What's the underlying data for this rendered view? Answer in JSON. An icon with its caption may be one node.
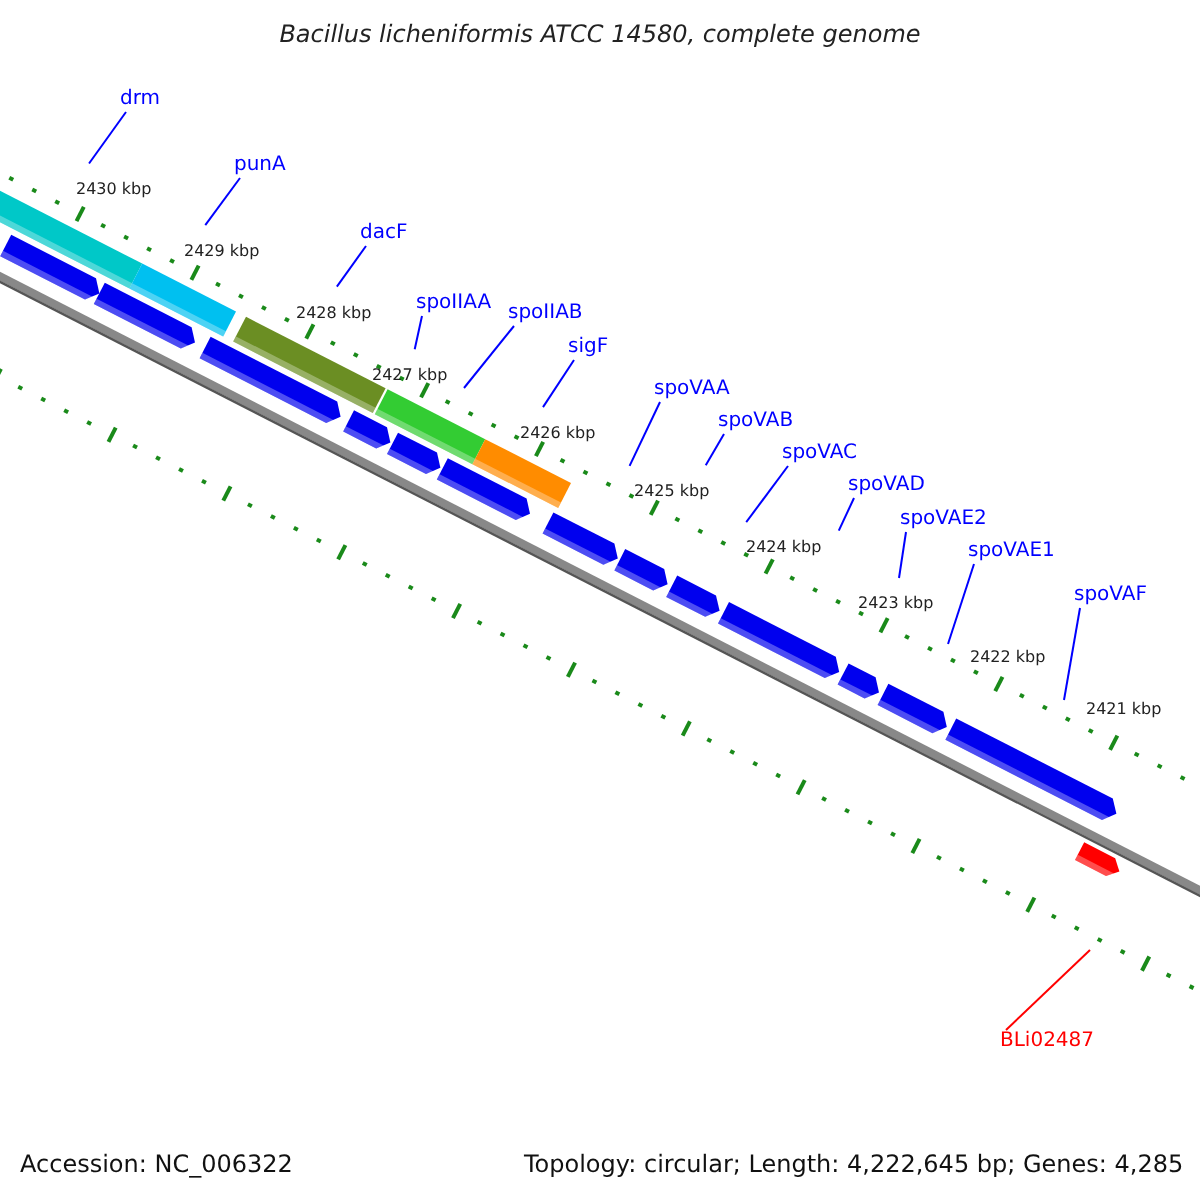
{
  "diagram": {
    "title": "Bacillus licheniformis ATCC 14580, complete genome",
    "nodes": [
      {
        "text": [
          "drm"
        ]
      },
      {
        "text": [
          "punA"
        ]
      },
      {
        "text": [
          "dacF"
        ]
      },
      {
        "text": [
          "spoIIAA"
        ]
      },
      {
        "text": [
          "spoIIAB"
        ]
      },
      {
        "text": [
          "sigF"
        ]
      },
      {
        "text": [
          "spoVAA"
        ]
      },
      {
        "text": [
          "spoVAB"
        ]
      },
      {
        "text": [
          "spoVAC"
        ]
      },
      {
        "text": [
          "spoVAD"
        ]
      },
      {
        "text": [
          "spoVAE2"
        ]
      },
      {
        "text": [
          "spoVAE1"
        ]
      },
      {
        "text": [
          "spoVAF"
        ]
      },
      {
        "text": [
          "BLi02487"
        ]
      }
    ],
    "edges": [
      {
        "from": 0,
        "to": null,
        "arrow": "none"
      },
      {
        "from": 1,
        "to": null,
        "arrow": "none"
      },
      {
        "from": 2,
        "to": null,
        "arrow": "none"
      },
      {
        "from": 3,
        "to": null,
        "arrow": "none"
      },
      {
        "from": 4,
        "to": null,
        "arrow": "none"
      },
      {
        "from": 5,
        "to": null,
        "arrow": "none"
      },
      {
        "from": 6,
        "to": null,
        "arrow": "none"
      },
      {
        "from": 7,
        "to": null,
        "arrow": "none"
      },
      {
        "from": 8,
        "to": null,
        "arrow": "none"
      },
      {
        "from": 9,
        "to": null,
        "arrow": "none"
      },
      {
        "from": 10,
        "to": null,
        "arrow": "none"
      },
      {
        "from": 11,
        "to": null,
        "arrow": "none"
      },
      {
        "from": 12,
        "to": null,
        "arrow": "none"
      },
      {
        "from": 13,
        "to": null,
        "arrow": "none",
        "color": "#ff0000"
      }
    ],
    "labels": [
      "2430 kbp",
      "2429 kbp",
      "2428 kbp",
      "2427 kbp",
      "2426 kbp",
      "2425 kbp",
      "2424 kbp",
      "2423 kbp",
      "2422 kbp",
      "2421 kbp",
      "Accession: NC_006322",
      "Topology: circular; Length: 4,222,645 bp; Genes: 4,285"
    ]
  }
}
